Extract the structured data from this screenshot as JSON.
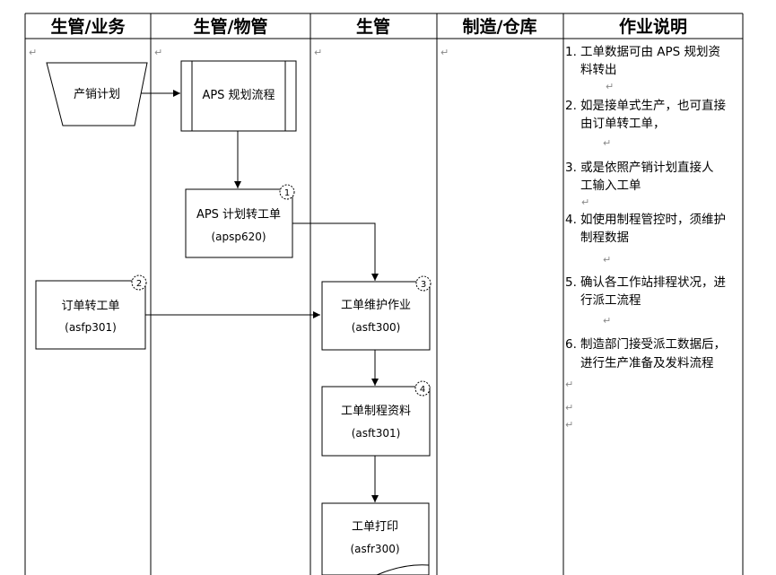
{
  "headers": [
    "生管/业务",
    "生管/物管",
    "生管",
    "制造/仓库",
    "作业说明"
  ],
  "nodes": {
    "plan": {
      "label": "产销计划"
    },
    "aps": {
      "label": "APS 规划流程"
    },
    "aps2wo": {
      "label": "APS 计划转工单",
      "code": "(apsp620)",
      "badge": "1"
    },
    "order": {
      "label": "订单转工单",
      "code": "(asfp301)",
      "badge": "2"
    },
    "womaint": {
      "label": "工单维护作业",
      "code": "(asft300)",
      "badge": "3"
    },
    "wroute": {
      "label": "工单制程资料",
      "code": "(asft301)",
      "badge": "4"
    },
    "wprint": {
      "label": "工单打印",
      "code": "(asfr300)"
    }
  },
  "notes": [
    {
      "num": "1.",
      "lines": [
        "工单数据可由 APS 规划资",
        "料转出"
      ]
    },
    {
      "num": "2.",
      "lines": [
        "如是接单式生产，也可直接",
        "由订单转工单，"
      ]
    },
    {
      "num": "3.",
      "lines": [
        "或是依照产销计划直接人",
        "工输入工单"
      ]
    },
    {
      "num": "4.",
      "lines": [
        "如使用制程管控时，须维护",
        "制程数据"
      ]
    },
    {
      "num": "5.",
      "lines": [
        "确认各工作站排程状况，进",
        "行派工流程"
      ]
    },
    {
      "num": "6.",
      "lines": [
        "制造部门接受派工数据后，",
        "进行生产准备及发料流程"
      ]
    }
  ]
}
